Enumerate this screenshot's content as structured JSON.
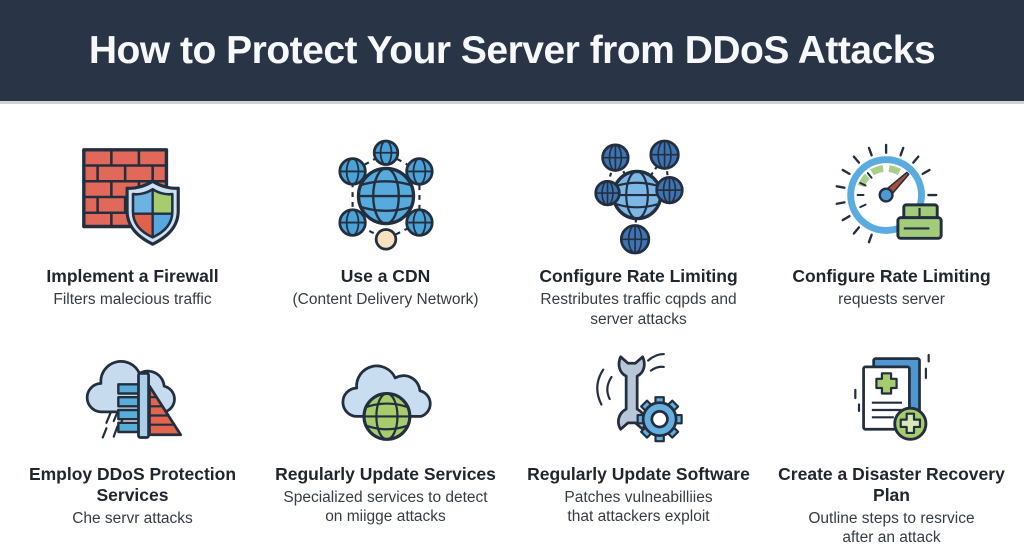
{
  "header": {
    "title": "How to Protect Your Server from DDoS Attacks"
  },
  "palette": {
    "header_bg": "#293547",
    "header_text": "#f7f8fa",
    "card_title_text": "#20262e",
    "card_subtitle_text": "#363c44",
    "icon_outline": "#232f3f",
    "icon_blue": "#58aadc",
    "icon_dark_blue": "#3f74b4",
    "icon_light_blue": "#c6dcee",
    "icon_green": "#a6cc6d",
    "icon_red": "#e0614c",
    "icon_tan": "#f6e2be"
  },
  "cards": [
    {
      "icon": "firewall-shield-icon",
      "title": "Implement a Firewall",
      "subtitle": "Filters malecious traffic"
    },
    {
      "icon": "cdn-network-icon",
      "title": "Use a CDN",
      "subtitle": "(Content Delivery Network)"
    },
    {
      "icon": "network-nodes-icon",
      "title": "Configure Rate Limiting",
      "subtitle": "Restributes traffic cqpds and\nserver attacks"
    },
    {
      "icon": "gauge-icon",
      "title": "Configure Rate Limiting",
      "subtitle": "requests server"
    },
    {
      "icon": "cloud-barrier-icon",
      "title": "Employ DDoS Protection Services",
      "subtitle": "Che servr attacks"
    },
    {
      "icon": "cloud-globe-icon",
      "title": "Regularly Update Services",
      "subtitle": "Specialized services to detect\non miigge attacks"
    },
    {
      "icon": "wrench-gear-icon",
      "title": "Regularly Update Software",
      "subtitle": "Patches vulneabilliies\nthat attackers exploit"
    },
    {
      "icon": "recovery-plan-icon",
      "title": "Create a Disaster Recovery Plan",
      "subtitle": "Outline steps to resrvice\nafter an attack"
    }
  ]
}
